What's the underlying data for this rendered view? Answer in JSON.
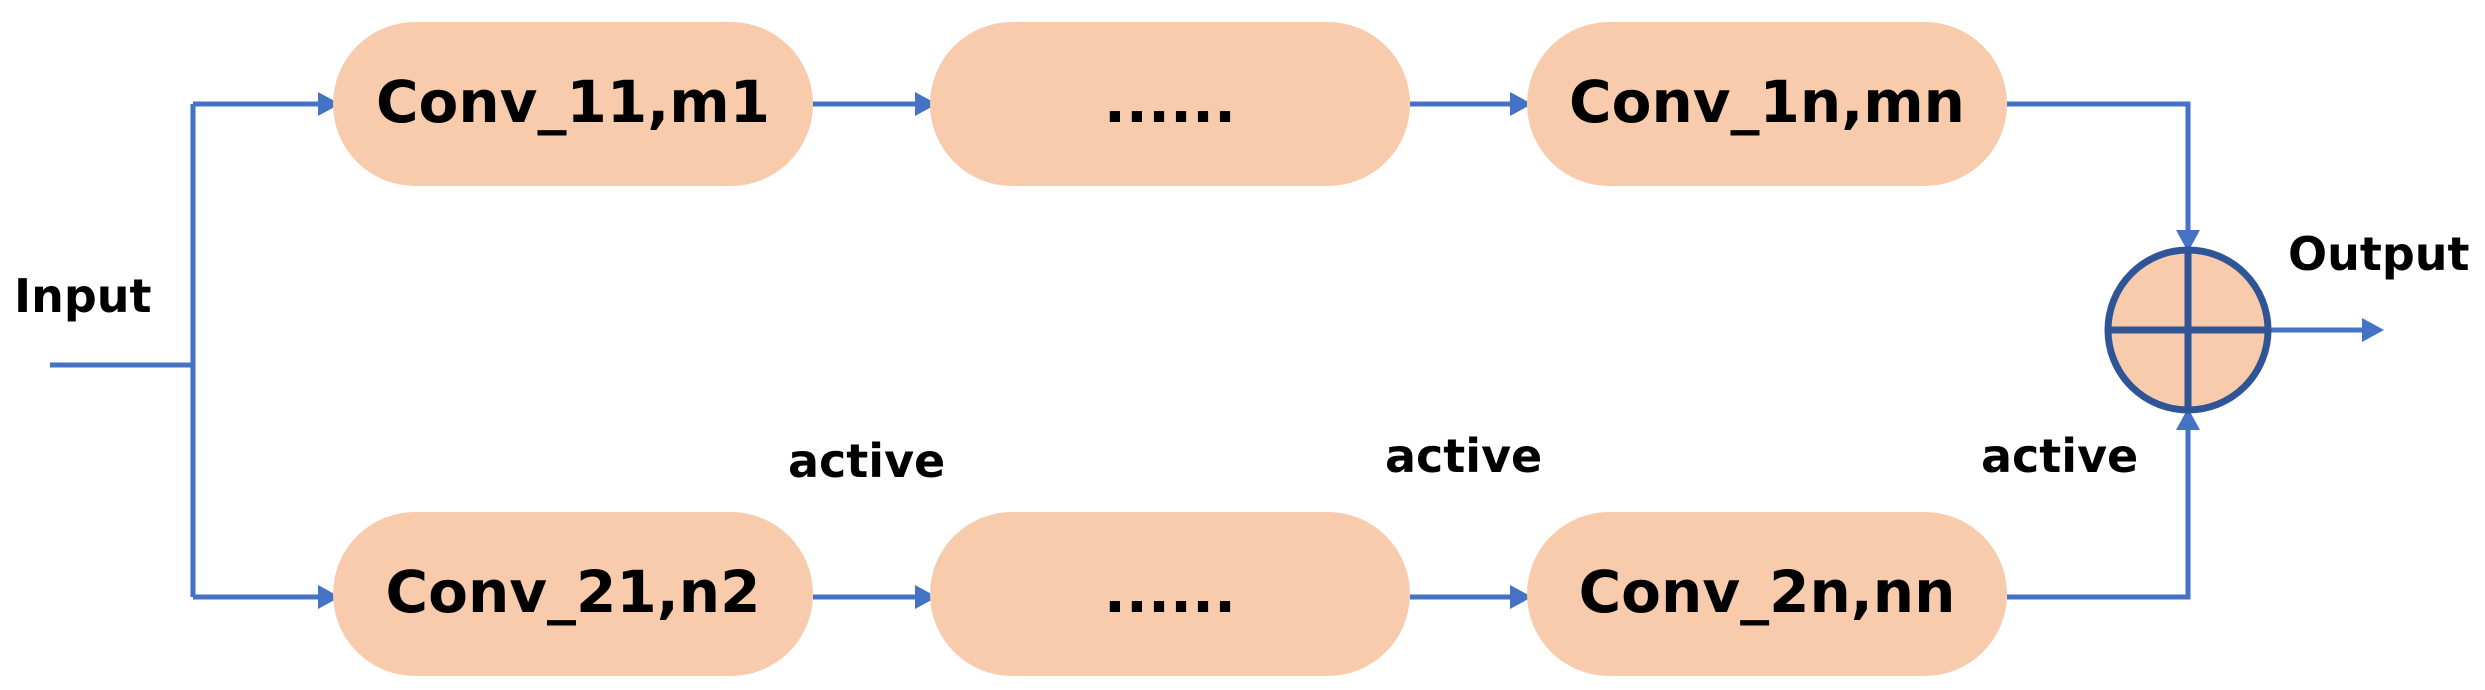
{
  "colors": {
    "box_fill": "#F8CBAD",
    "line": "#4472C4",
    "adder_stroke": "#2F5597",
    "text": "#000000"
  },
  "input_label": "Input",
  "output_label": "Output",
  "top_branch": {
    "boxes": [
      {
        "label": "Conv_11,m1"
      },
      {
        "label": "......"
      },
      {
        "label": "Conv_1n,mn"
      }
    ]
  },
  "bottom_branch": {
    "boxes": [
      {
        "label": "Conv_21,n2"
      },
      {
        "label": "......"
      },
      {
        "label": "Conv_2n,nn"
      }
    ],
    "activations": [
      "active",
      "active",
      "active"
    ]
  },
  "adder": {
    "icon": "plus-circle-icon"
  }
}
